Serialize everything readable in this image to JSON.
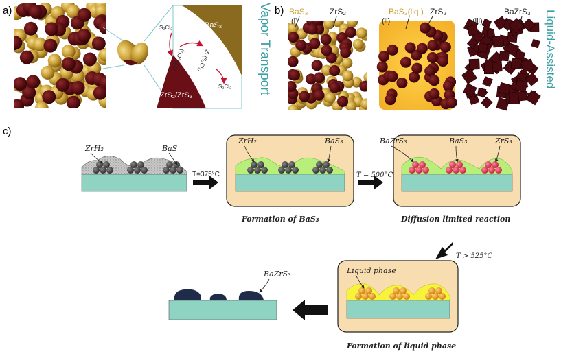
{
  "panel_a": {
    "label": "a)",
    "side_title": "Vapor Transport",
    "bas3": "BaS₃",
    "zrs_label": "ZrS₂/ZrS₃",
    "s2cl2_top": "S₂Cl₂",
    "s2cl2_bottom": "S₂Cl₂",
    "zr_s2cl2_1": "Zr (S₂Cl₂)",
    "zr_s2cl2_2": "Zr (S₂Cl₂)"
  },
  "panel_b": {
    "label": "b)",
    "side_title": "Liquid-Assisted",
    "sub1": "(i)",
    "sub2": "(ii)",
    "sub3": "(iii)",
    "i_bas3": "BaS₃",
    "i_zrs2": "ZrS₂",
    "ii_bas3": "BaS₃(liq.)",
    "ii_zrs2": "ZrS₂",
    "iii_bazrs3": "BaZrS₃"
  },
  "panel_c": {
    "label": "c)",
    "zrh2_1": "ZrH₂",
    "bas_1": "BaS",
    "zrh2_2": "ZrH₂",
    "bas3_2": "BaS₃",
    "bazrs3_3": "BaZrS₃",
    "bas3_3": "BaS₃",
    "zrs3_3": "ZrS₃",
    "t1": "T=375°C",
    "t2": "T = 500°C",
    "t3": "T > 525°C",
    "caption_1": "Formation of BaS₃",
    "caption_2": "Diffusion limited reaction",
    "caption_3": "Formation of liquid phase",
    "liquid_phase": "Liquid phase",
    "bazrs3_final": "BaZrS₃"
  },
  "colors": {
    "gold": "#c9a23a",
    "maroon": "#5c0f12",
    "brown": "#8a6a1e",
    "teal": "#3c9fa6",
    "substrate": "#8fd4c3",
    "capsule": "#f7ddb0",
    "green_film": "#b8ee7a",
    "navy": "#1e2c4a",
    "red_particle": "#e8405a",
    "orange_particle": "#e89a1e"
  }
}
